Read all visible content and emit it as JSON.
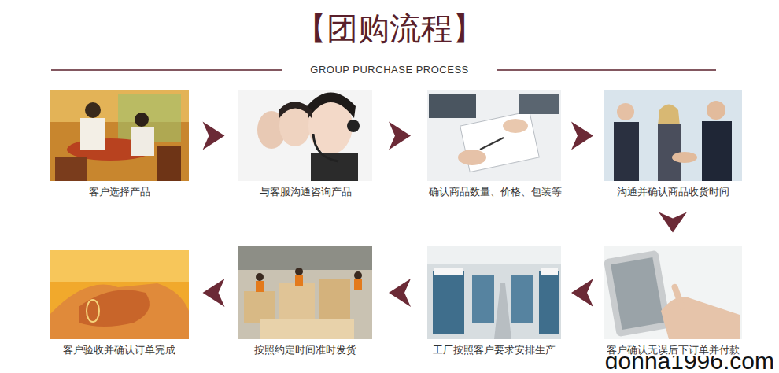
{
  "diagram": {
    "title": "【团购流程】",
    "nodes": [
      {
        "text": [
          "客户选择产品"
        ]
      },
      {
        "text": [
          "与客服沟通咨询产品"
        ]
      },
      {
        "text": [
          "确认商品数量、价格、包装等"
        ]
      },
      {
        "text": [
          "沟通并确认商品收货时间"
        ]
      },
      {
        "text": [
          "客户确认无误后下订单并付款"
        ]
      },
      {
        "text": [
          "工厂按照客户要求安排生产"
        ]
      },
      {
        "text": [
          "按照约定时间准时发货"
        ]
      },
      {
        "text": [
          "客户验收并确认订单完成"
        ]
      }
    ],
    "edges": [
      {
        "from": 0,
        "to": 1,
        "arrow": "to"
      },
      {
        "from": 1,
        "to": 2,
        "arrow": "to"
      },
      {
        "from": 2,
        "to": 3,
        "arrow": "to"
      },
      {
        "from": 3,
        "to": 4,
        "arrow": "to"
      },
      {
        "from": 4,
        "to": 5,
        "arrow": "to"
      },
      {
        "from": 5,
        "to": 6,
        "arrow": "to"
      },
      {
        "from": 6,
        "to": 7,
        "arrow": "to"
      }
    ],
    "labels": [
      "GROUP PURCHASE PROCESS",
      "donna1996.com"
    ]
  }
}
